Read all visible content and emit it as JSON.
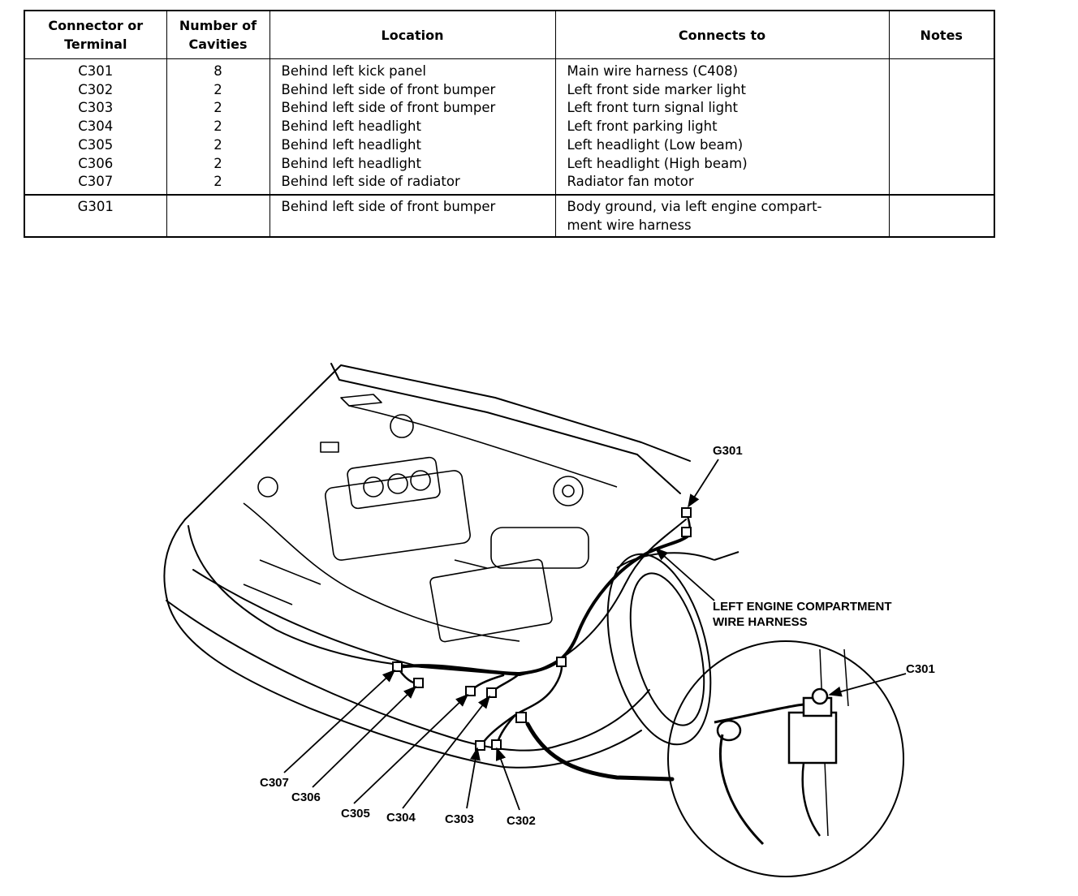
{
  "table": {
    "headers": [
      "Connector or\nTerminal",
      "Number of\nCavities",
      "Location",
      "Connects to",
      "Notes"
    ],
    "rows": [
      {
        "connector": "C301",
        "cavities": "8",
        "location": "Behind left kick panel",
        "connects_to": "Main wire harness (C408)",
        "notes": ""
      },
      {
        "connector": "C302",
        "cavities": "2",
        "location": "Behind left side of front bumper",
        "connects_to": "Left front side marker light",
        "notes": ""
      },
      {
        "connector": "C303",
        "cavities": "2",
        "location": "Behind left side of front bumper",
        "connects_to": "Left front turn signal light",
        "notes": ""
      },
      {
        "connector": "C304",
        "cavities": "2",
        "location": "Behind left headlight",
        "connects_to": "Left front parking light",
        "notes": ""
      },
      {
        "connector": "C305",
        "cavities": "2",
        "location": "Behind left headlight",
        "connects_to": "Left headlight (Low beam)",
        "notes": ""
      },
      {
        "connector": "C306",
        "cavities": "2",
        "location": "Behind left headlight",
        "connects_to": "Left headlight (High beam)",
        "notes": ""
      },
      {
        "connector": "C307",
        "cavities": "2",
        "location": "Behind left side of radiator",
        "connects_to": "Radiator fan motor",
        "notes": ""
      }
    ],
    "ground_row": {
      "connector": "G301",
      "cavities": "",
      "location": "Behind left side of front bumper",
      "connects_to": "Body ground, via left engine compart-\nment wire harness",
      "notes": ""
    }
  },
  "diagram": {
    "labels": {
      "g301": "G301",
      "harness_line1": "LEFT ENGINE COMPARTMENT",
      "harness_line2": "WIRE HARNESS",
      "c301": "C301",
      "c307": "C307",
      "c306": "C306",
      "c305": "C305",
      "c304": "C304",
      "c303": "C303",
      "c302": "C302"
    }
  }
}
